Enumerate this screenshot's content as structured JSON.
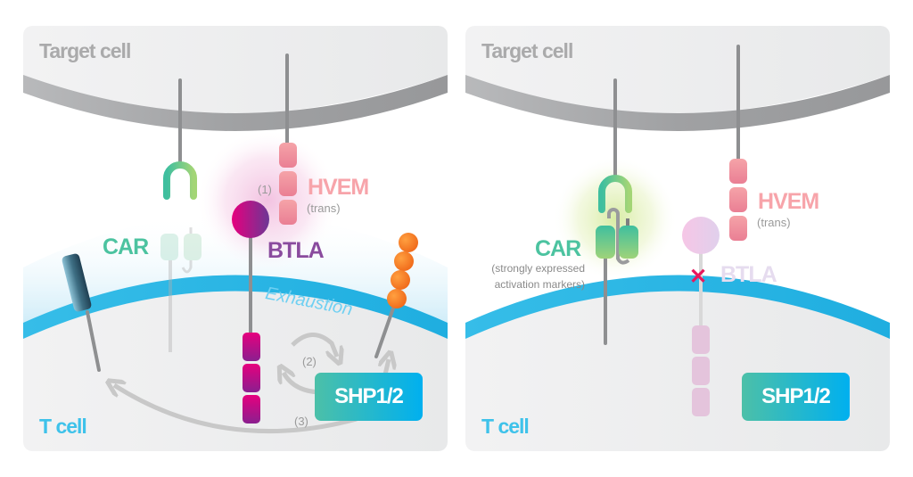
{
  "colors": {
    "panel_bg": "#eeeff0",
    "target_membrane": "#a5a6a8",
    "tcell_membrane": "#27b3e3",
    "car_teal": "#4cc3a0",
    "car_green": "#9bd27a",
    "hvem_pink": "#f08a9a",
    "btla_magenta": "#e5007e",
    "btla_purple": "#7b3f98",
    "btla_label": "#8a4b9e",
    "orange": "#f58220",
    "shp_teal": "#4cc0a8",
    "shp_blue": "#00b0ef",
    "arrow_gray": "#c8c8c8",
    "cross_red": "#e8175d",
    "label_gray": "#b0b0b0"
  },
  "left_panel": {
    "target_cell_label": "Target cell",
    "t_cell_label": "T cell",
    "car_label": "CAR",
    "hvem_label": "HVEM",
    "hvem_sub": "(trans)",
    "btla_label": "BTLA",
    "exhaustion_label": "Exhaustion",
    "step1": "(1)",
    "step2": "(2)",
    "step3": "(3)",
    "shp_label": "SHP1/2"
  },
  "right_panel": {
    "target_cell_label": "Target cell",
    "t_cell_label": "T cell",
    "car_label": "CAR",
    "car_sub_line1": "(strongly expressed",
    "car_sub_line2": "activation markers)",
    "hvem_label": "HVEM",
    "hvem_sub": "(trans)",
    "btla_label": "BTLA",
    "block_mark": "✕",
    "shp_label": "SHP1/2"
  }
}
